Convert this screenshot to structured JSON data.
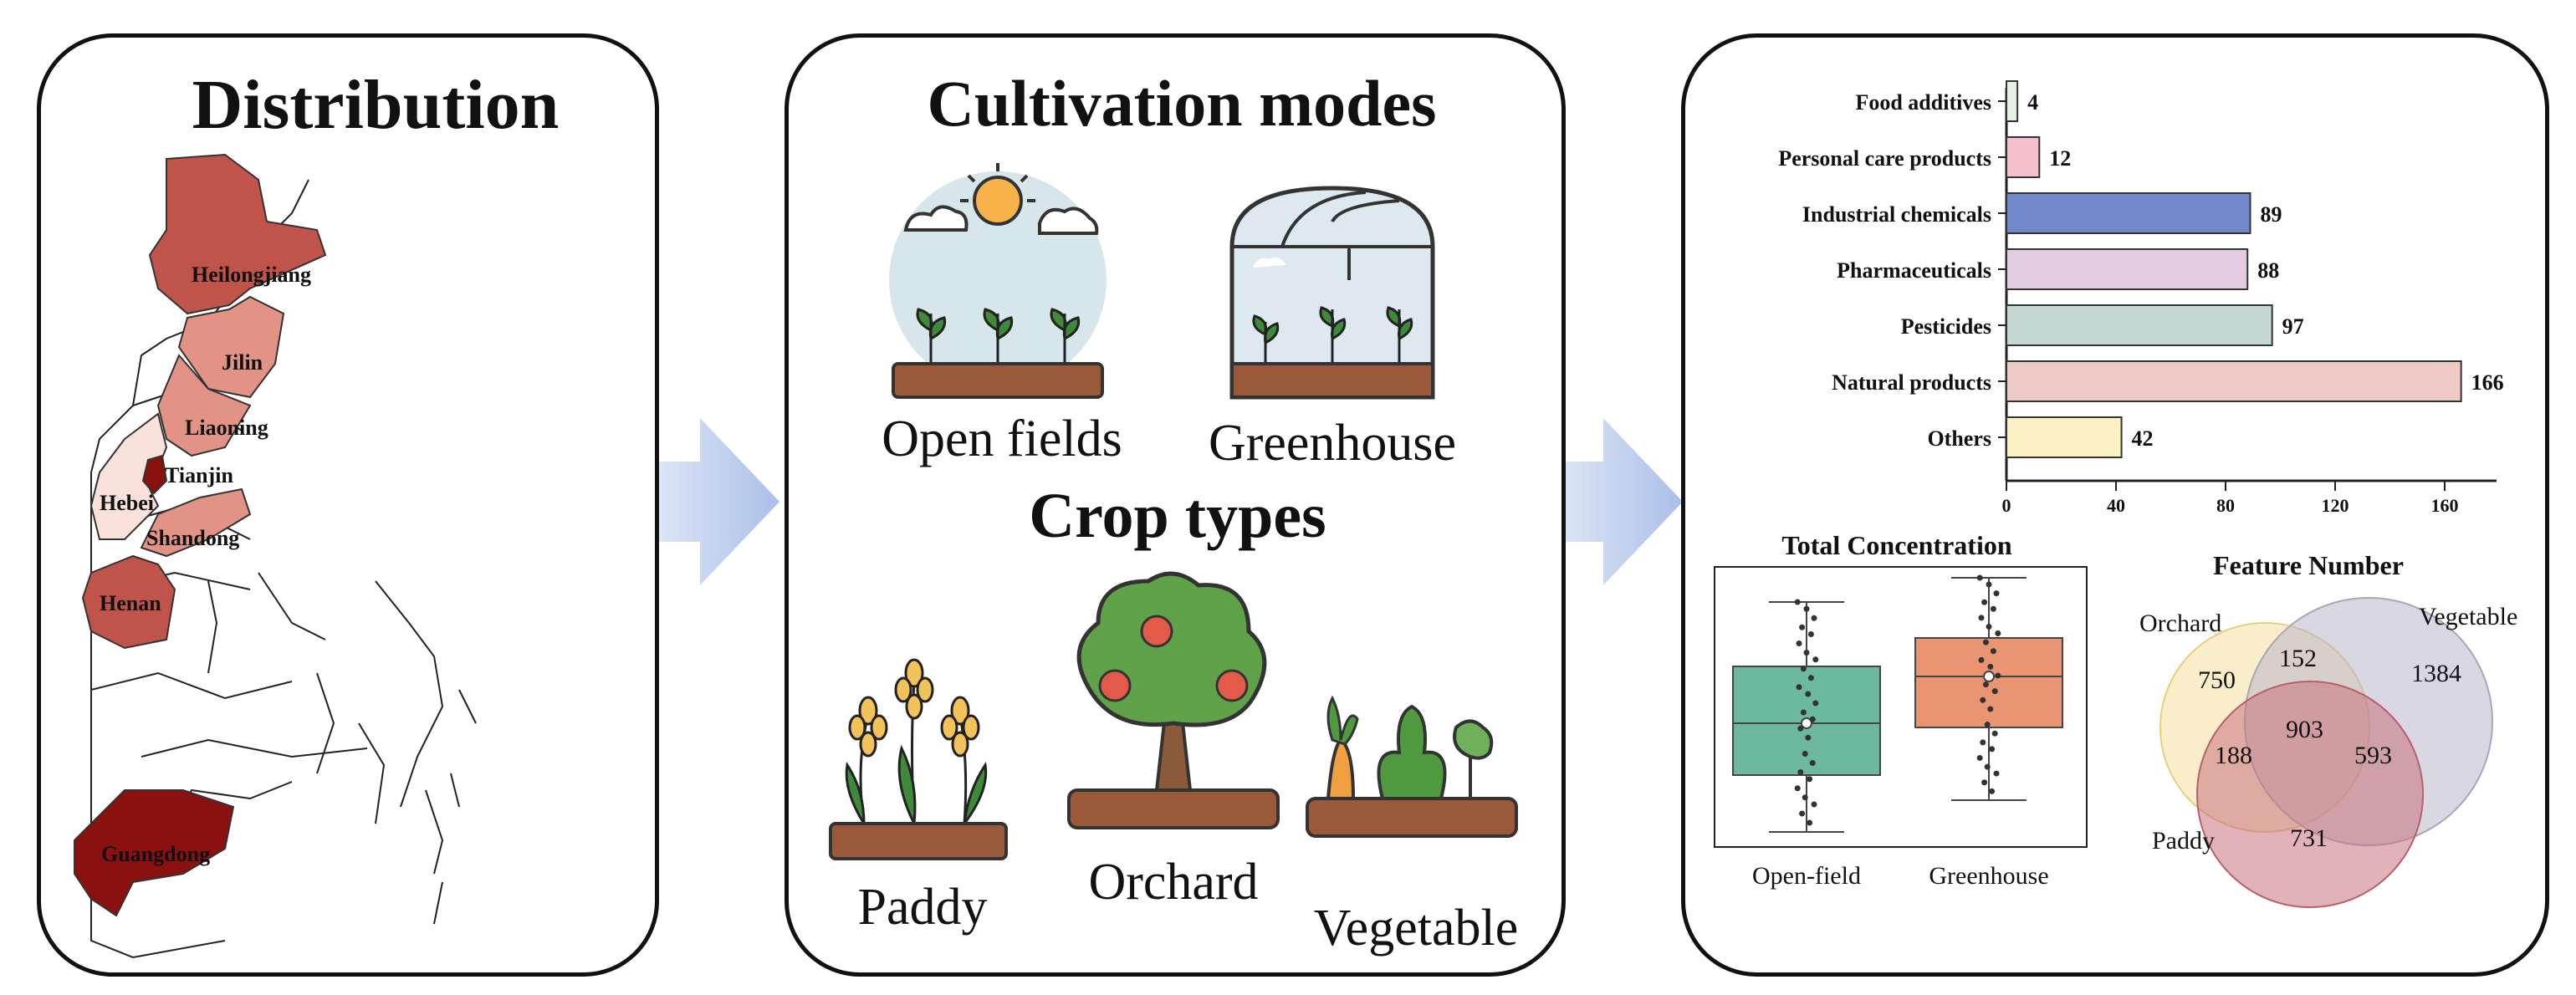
{
  "distribution": {
    "title": "Distribution",
    "provinces": {
      "heilongjiang": "Heilongjiang",
      "jilin": "Jilin",
      "liaoning": "Liaoning",
      "tianjin": "Tianjin",
      "hebei": "Hebei",
      "shandong": "Shandong",
      "henan": "Henan",
      "guangdong": "Guangdong"
    },
    "colors": {
      "dark": "#8b1010",
      "medium": "#c0544a",
      "light": "#e39385",
      "pale": "#fbe1dc"
    }
  },
  "modes": {
    "title": "Cultivation modes",
    "open_fields": "Open fields",
    "greenhouse": "Greenhouse"
  },
  "crops": {
    "title": "Crop types",
    "paddy": "Paddy",
    "orchard": "Orchard",
    "vegetable": "Vegetable"
  },
  "chart_data": [
    {
      "type": "bar",
      "orientation": "horizontal",
      "categories": [
        "Food additives",
        "Personal care products",
        "Industrial chemicals",
        "Pharmaceuticals",
        "Pesticides",
        "Natural products",
        "Others"
      ],
      "values": [
        4,
        12,
        89,
        88,
        97,
        166,
        42
      ],
      "colors": [
        "#e4f1e0",
        "#f6c0cc",
        "#7089c9",
        "#e2cde3",
        "#c6d8d6",
        "#eec9c5",
        "#fcf1c4"
      ],
      "xlim": [
        0,
        180
      ],
      "xticks": [
        "0",
        "40",
        "80",
        "120",
        "160"
      ]
    },
    {
      "type": "box",
      "title": "Total Concentration",
      "categories": [
        "Open-field",
        "Greenhouse"
      ],
      "colors": [
        "#6cb9a0",
        "#ea9572"
      ]
    },
    {
      "type": "venn",
      "title": "Feature Number",
      "sets": [
        "Orchard",
        "Vegetable",
        "Paddy"
      ],
      "regions": {
        "orchard_only": "750",
        "orchard_vegetable": "152",
        "vegetable_only": "1384",
        "all_three": "903",
        "orchard_paddy": "188",
        "vegetable_paddy": "593",
        "paddy_only": "731"
      },
      "colors": [
        "#f7e3a6",
        "#b9b7c8",
        "#c8727e"
      ]
    }
  ],
  "arrows": {
    "color": "#b3c6ea"
  }
}
